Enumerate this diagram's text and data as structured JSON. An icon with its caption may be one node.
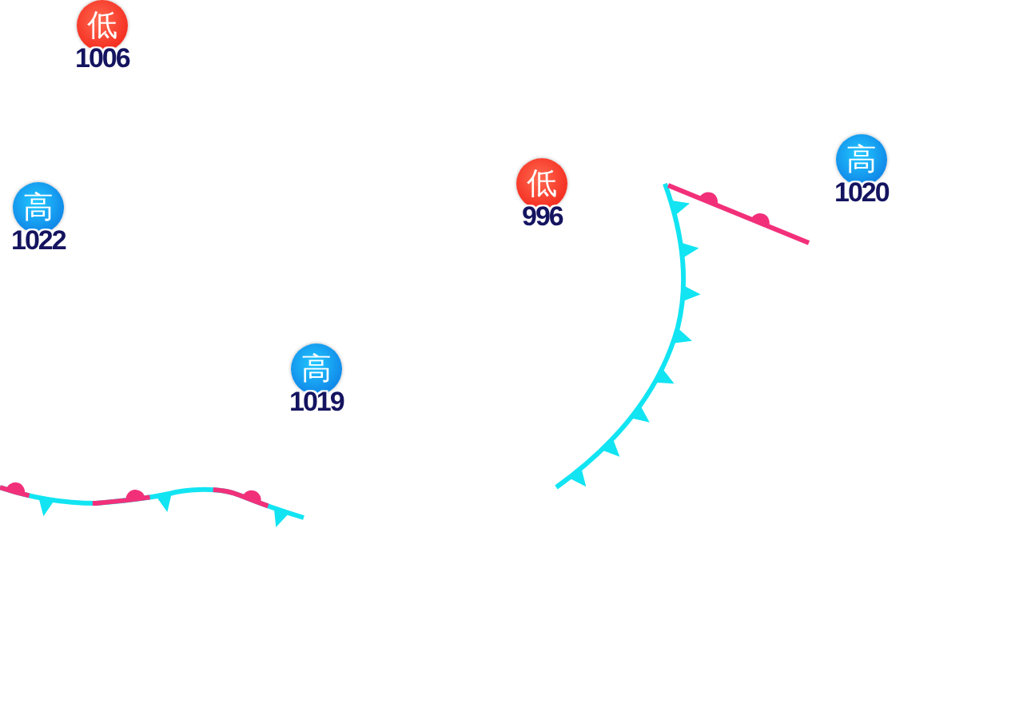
{
  "diagram": {
    "nodes": [
      {
        "text": [
          "低"
        ],
        "beside": [
          "1006"
        ]
      },
      {
        "text": [
          "高"
        ],
        "beside": [
          "1020"
        ]
      },
      {
        "text": [
          "低"
        ],
        "beside": [
          "996"
        ]
      },
      {
        "text": [
          "高"
        ],
        "beside": [
          "1022"
        ]
      },
      {
        "text": [
          "高"
        ],
        "beside": [
          "1019"
        ]
      }
    ]
  }
}
